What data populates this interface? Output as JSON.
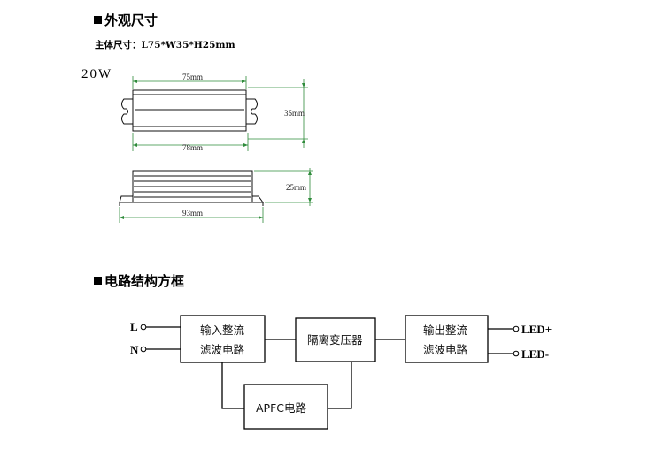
{
  "dimensions": {
    "heading": "外观尺寸",
    "spec": "主体尺寸：L75*W35*H25mm",
    "model": "20W",
    "labels": {
      "top_length": "75mm",
      "width": "35mm",
      "mount_length": "78mm",
      "height": "25mm",
      "total_length": "93mm"
    }
  },
  "block_diagram": {
    "heading": "电路结构方框",
    "inputs": [
      "L",
      "N"
    ],
    "outputs": [
      "LED+",
      "LED-"
    ],
    "blocks": {
      "input_rectifier": [
        "输入整流",
        "滤波电路"
      ],
      "isolation_transformer": "隔离变压器",
      "output_rectifier": [
        "输出整流",
        "滤波电路"
      ],
      "apfc": "APFC电路"
    }
  },
  "colors": {
    "dimension_line": "#2e8b3a",
    "outline": "#111111"
  }
}
